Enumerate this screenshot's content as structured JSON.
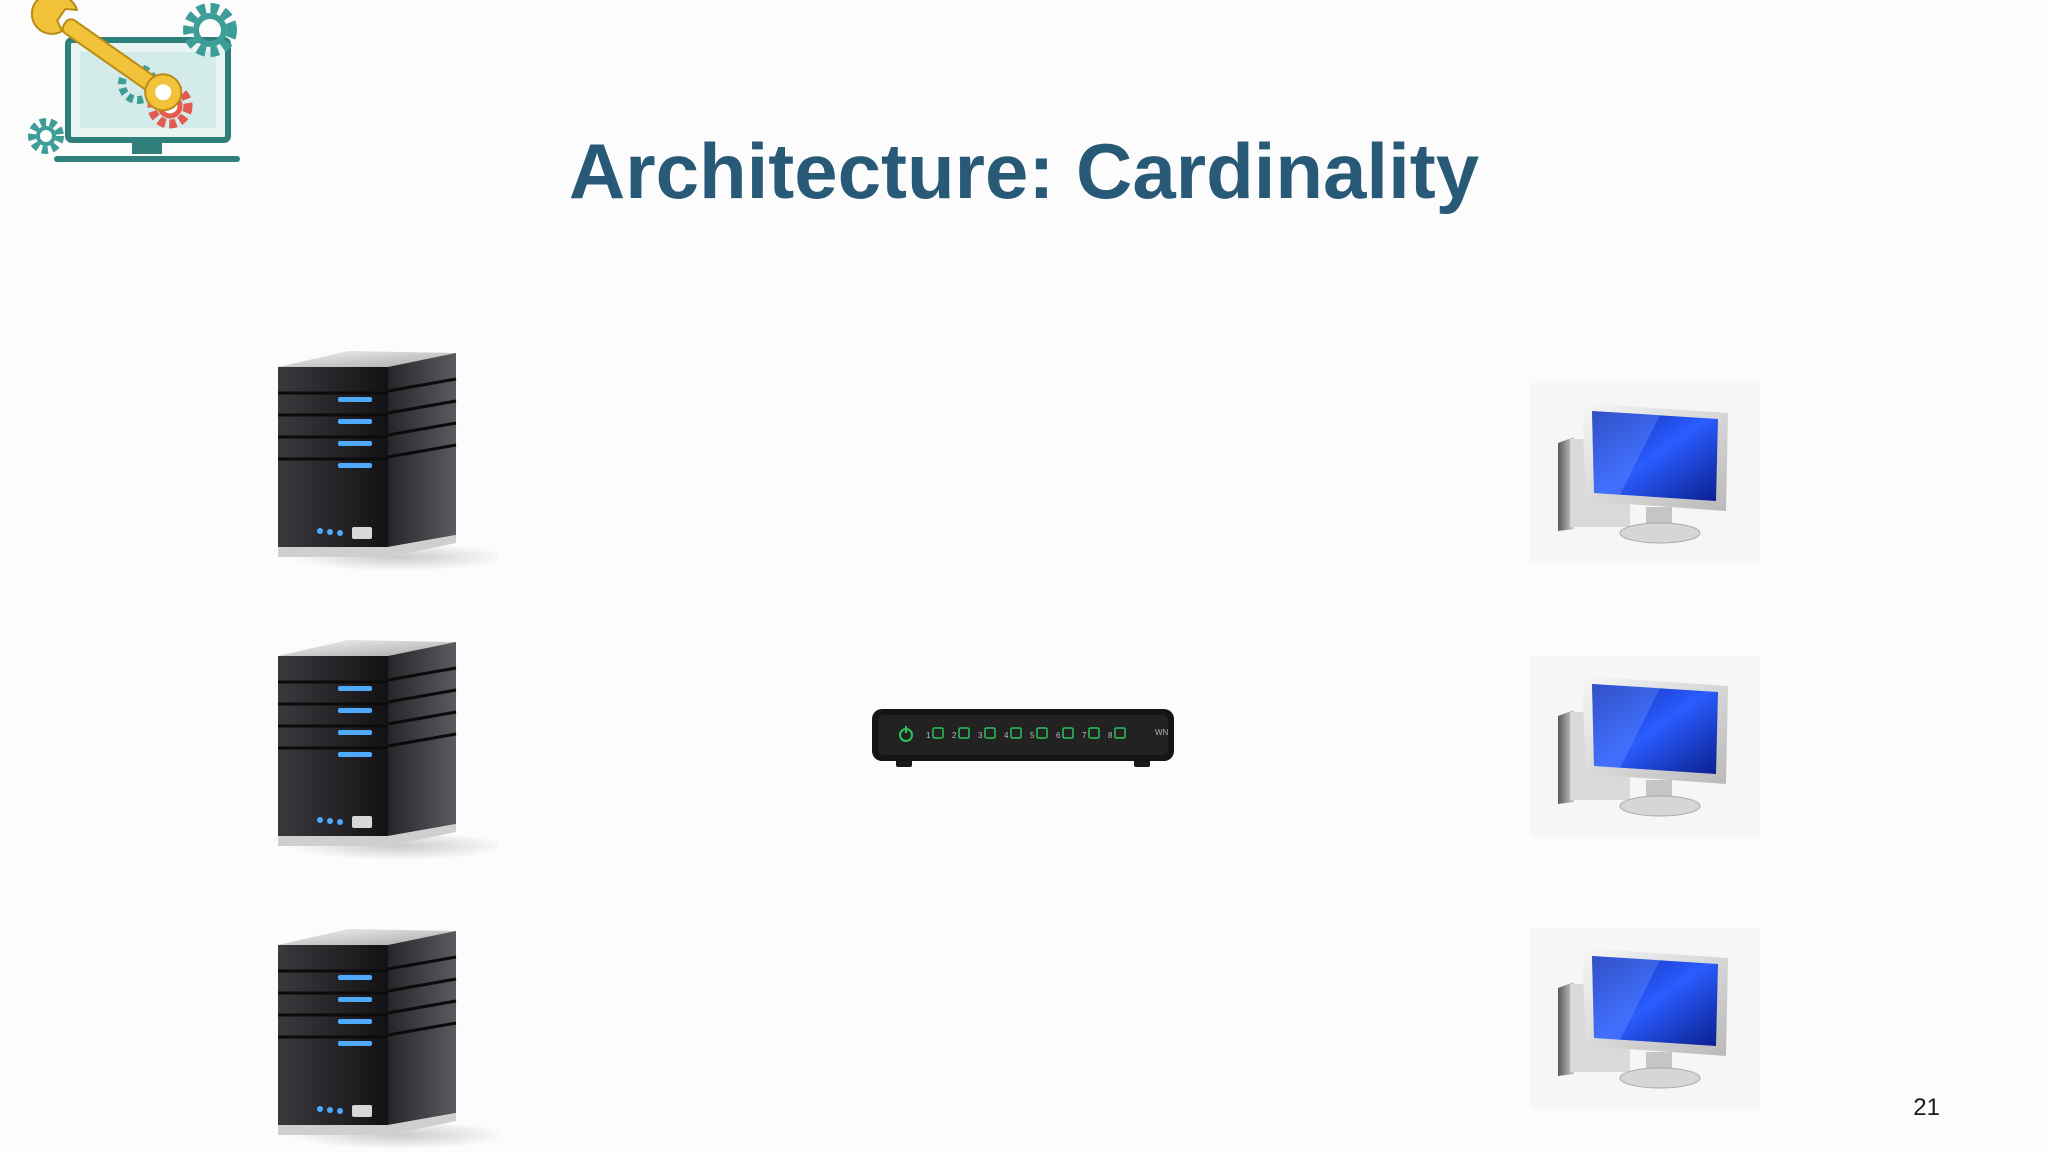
{
  "slide": {
    "title": "Architecture: Cardinality",
    "page_number": "21"
  },
  "diagram": {
    "servers": [
      {
        "icon": "server-tower-icon"
      },
      {
        "icon": "server-tower-icon"
      },
      {
        "icon": "server-tower-icon"
      }
    ],
    "switch": {
      "icon": "network-switch-icon",
      "port_labels": [
        "1",
        "2",
        "3",
        "4",
        "5",
        "6",
        "7",
        "8"
      ]
    },
    "clients": [
      {
        "icon": "desktop-computer-icon"
      },
      {
        "icon": "desktop-computer-icon"
      },
      {
        "icon": "desktop-computer-icon"
      }
    ]
  },
  "colors": {
    "title": "#285a78",
    "background": "#fdfcfd",
    "logo_teal": "#3d9e98",
    "logo_yellow": "#f2c23a",
    "logo_red": "#e35a4f",
    "screen_blue": "#1a3fd0"
  }
}
